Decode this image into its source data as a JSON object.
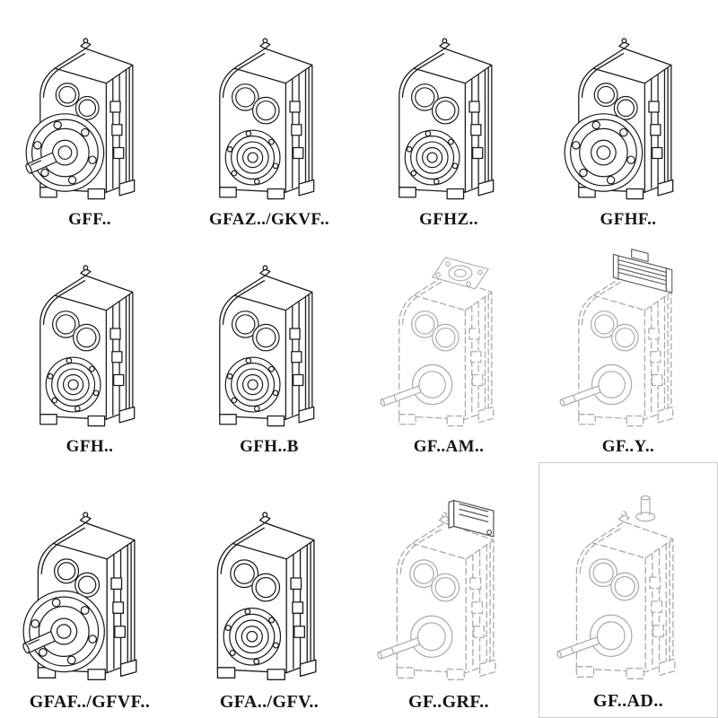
{
  "colors": {
    "background": "#ffffff",
    "line_dark": "#1c1c1c",
    "line_light": "#ababab",
    "motor_component": "#5a5a5a",
    "label_text": "#141414",
    "frame_border": "#cccccc"
  },
  "cells": [
    {
      "label": "GFF..",
      "drawing": "flange-shaft-gearbox-drawing",
      "tone": "dark"
    },
    {
      "label": "GFAZ../GKVF..",
      "drawing": "hollow-shaft-gearbox-drawing",
      "tone": "dark"
    },
    {
      "label": "GFHZ..",
      "drawing": "hollow-shaft-gearbox-drawing",
      "tone": "dark"
    },
    {
      "label": "GFHF..",
      "drawing": "flange-gearbox-drawing",
      "tone": "dark"
    },
    {
      "label": "GFH..",
      "drawing": "hollow-shaft-gearbox-drawing",
      "tone": "dark"
    },
    {
      "label": "GFH..B",
      "drawing": "hollow-shaft-gearbox-drawing",
      "tone": "dark"
    },
    {
      "label": "GF..AM..",
      "drawing": "gearbox-motor-adapter-flange-drawing",
      "tone": "light"
    },
    {
      "label": "GF..Y..",
      "drawing": "gearbox-with-motor-drawing",
      "tone": "light"
    },
    {
      "label": "GFAF../GFVF..",
      "drawing": "flange-shaft-gearbox-drawing",
      "tone": "dark"
    },
    {
      "label": "GFA../GFV..",
      "drawing": "hollow-shaft-gearbox-drawing",
      "tone": "dark"
    },
    {
      "label": "GF..GRF..",
      "drawing": "gearbox-with-input-flange-drawing",
      "tone": "light"
    },
    {
      "label": "GF..AD..",
      "drawing": "gearbox-with-input-shaft-drawing",
      "tone": "light",
      "framed": true
    }
  ]
}
